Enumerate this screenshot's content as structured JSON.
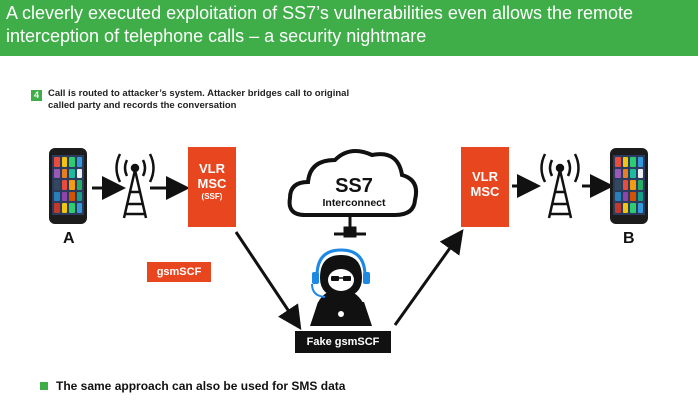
{
  "header": {
    "title": "A cleverly executed exploitation of SS7’s vulnerabilities even allows the remote interception of telephone calls – a security nightmare",
    "color": "#3fae49"
  },
  "step": {
    "number": "4",
    "text": "Call is routed to attacker’s system. Attacker bridges call to original called party and records the conversation"
  },
  "left": {
    "phone_label": "A",
    "box_line1": "VLR",
    "box_line2": "MSC",
    "box_line3": "(SSF)"
  },
  "right": {
    "phone_label": "B",
    "box_line1": "VLR",
    "box_line2": "MSC"
  },
  "cloud": {
    "title": "SS7",
    "subtitle": "Interconnect"
  },
  "gsmscf_label": "gsmSCF",
  "fake_label": "Fake gsmSCF",
  "footer": {
    "text": "The same approach can also be used for SMS data"
  },
  "colors": {
    "accent": "#3fae49",
    "node": "#e8461e",
    "attacker": "#111111",
    "headset": "#1e88e5"
  }
}
